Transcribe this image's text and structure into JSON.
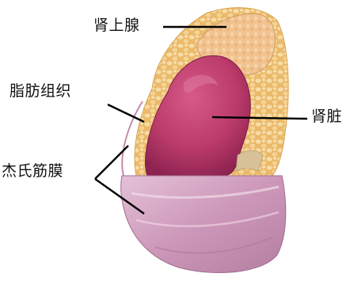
{
  "labels": {
    "adrenal": "肾上腺",
    "perirenal_fat": "脂肪组织",
    "kidney": "肾脏",
    "renal_fascia": "杰氏筋膜"
  },
  "colors": {
    "fat": "#e8b766",
    "fat_light": "#f4d79e",
    "adrenal": "#f2c592",
    "kidney": "#c2406f",
    "kidney_dark": "#8f2452",
    "fascia": "#cf9dbc",
    "fascia_light": "#e7c9dd",
    "leader_line": "#000000"
  }
}
